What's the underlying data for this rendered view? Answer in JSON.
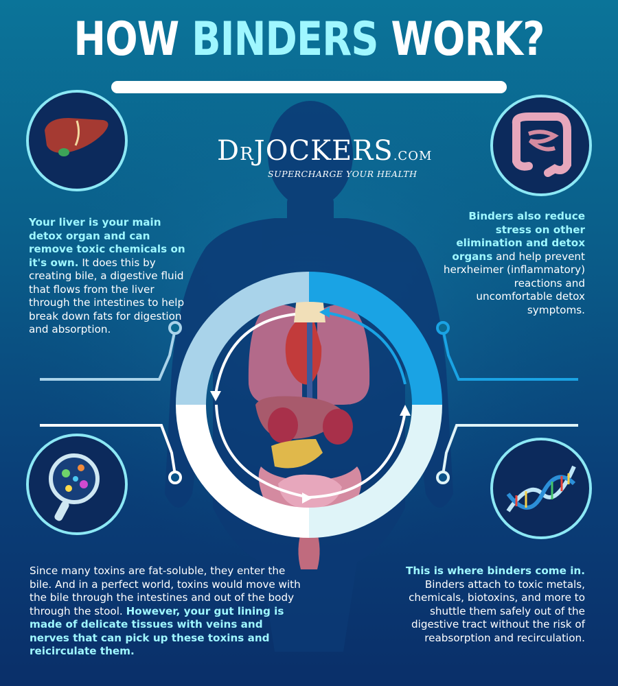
{
  "header": {
    "title_part1": "HOW ",
    "title_highlight": "BINDERS",
    "title_part2": " WORK?"
  },
  "logo": {
    "brand_d": "D",
    "brand_r": "R",
    "brand_rest": "JOCKERS",
    "brand_tld": ".COM",
    "tagline": "SUPERCHARGE YOUR HEALTH"
  },
  "sections": {
    "liver": {
      "bold": "Your liver is your main detox organ and can remove toxic chemicals on it's own.",
      "body": " It does this by creating bile, a digestive fluid that flows from the liver through the intestines to help break down fats for digestion and absorption."
    },
    "stress": {
      "bold1": "Binders also reduce stress on other",
      "mid": " ",
      "bold2": "elimination and detox organs",
      "body": " and help prevent herxheimer (inflammatory) reactions and uncomfortable detox symptoms."
    },
    "toxins": {
      "body": "Since many toxins are fat-soluble, they enter the bile. And in a perfect world, toxins would move with the bile through the intestines and out of the body through the stool. ",
      "bold": "However, your gut lining is made of delicate tissues with veins and nerves that can pick up these toxins and reicirculate them."
    },
    "binders": {
      "bold": "This is where binders come in.",
      "body": " Binders attach to toxic metals, chemicals, biotoxins, and more to shuttle them safely out of the digestive tract without the risk of reabsorption and recirculation."
    }
  },
  "colors": {
    "background_top": "#0b7499",
    "background_bottom": "#0a2f69",
    "highlight": "#9ff7ff",
    "ring_light": "#a9d3ea",
    "ring_blue": "#1aa3e4",
    "ring_pale": "#dff4f8",
    "icon_circle": "#0c2a5c"
  },
  "icons": {
    "top_left": "liver-icon",
    "top_right": "intestines-icon",
    "bottom_left": "magnifier-bacteria-icon",
    "bottom_right": "dna-icon"
  }
}
